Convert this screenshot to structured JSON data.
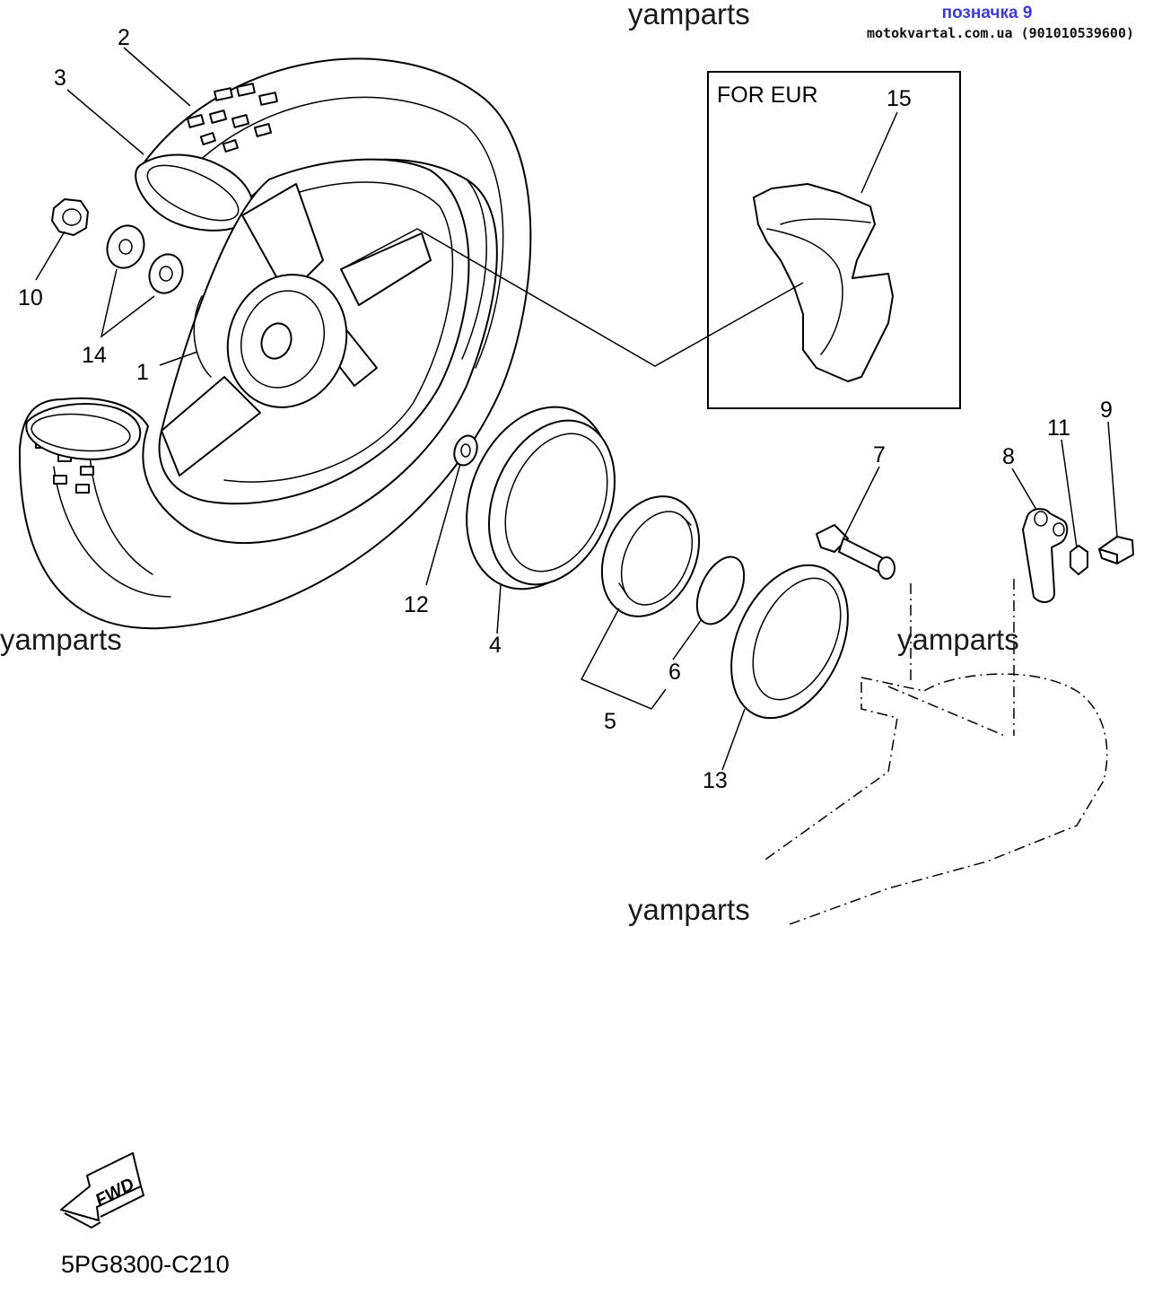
{
  "header": {
    "label": "позначка 9",
    "site": "motokvartal.com.ua (901010539600)",
    "label_color": "#3b3bd6"
  },
  "watermarks": [
    "yamparts",
    "yamparts",
    "yamparts",
    "yamparts"
  ],
  "inset": {
    "title": "FOR EUR"
  },
  "callouts": [
    "1",
    "2",
    "3",
    "4",
    "5",
    "6",
    "7",
    "8",
    "9",
    "10",
    "11",
    "12",
    "13",
    "14",
    "15"
  ],
  "fwd": {
    "text": "FWD",
    "icon": "fwd-arrow-icon"
  },
  "diagram_code": "5PG8300-C210"
}
